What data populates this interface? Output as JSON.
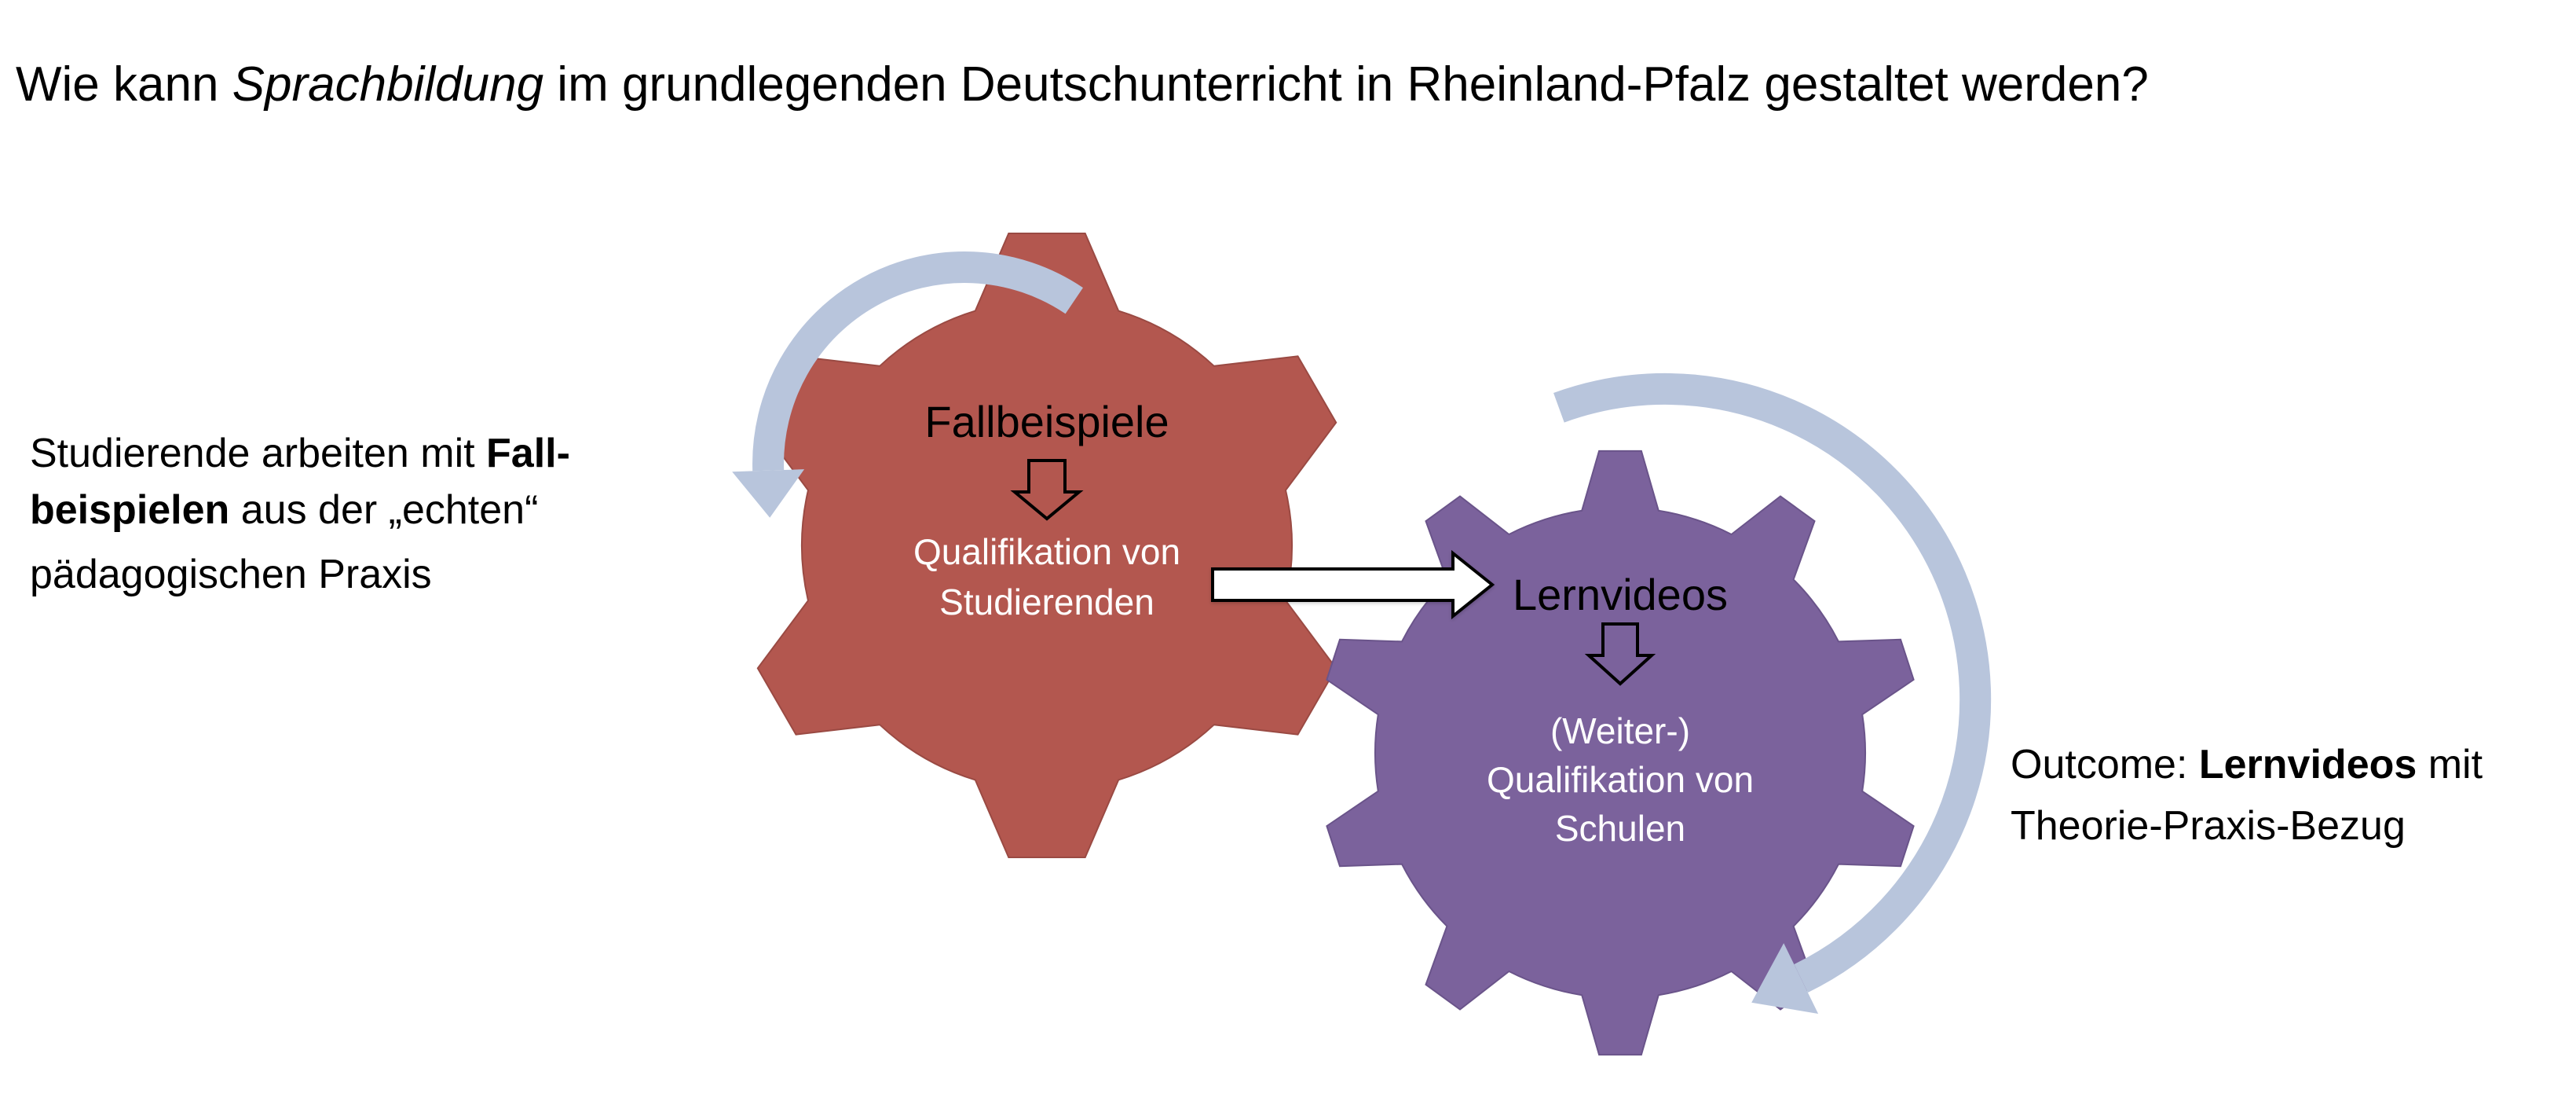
{
  "title": {
    "prefix": "Wie kann ",
    "emphasis": "Sprachbildung",
    "suffix": " im grundlegenden Deutschunterricht in Rheinland-Pfalz gestaltet werden?"
  },
  "left_note": {
    "line1_normal": "Studierende arbeiten mit ",
    "line1_bold": "Fall-",
    "line2_bold": "beispielen",
    "line2_normal": " aus der „echten“",
    "line3": "pädagogischen Praxis"
  },
  "right_note": {
    "line1_normal": "Outcome: ",
    "line1_bold": "Lernvideos",
    "line1_suffix": " mit",
    "line2": "Theorie-Praxis-Bezug"
  },
  "gear_red": {
    "heading": "Fallbeispiele",
    "line1": "Qualifikation von",
    "line2": "Studierenden",
    "color": "#B3574F"
  },
  "gear_purple": {
    "heading": "Lernvideos",
    "line1": "(Weiter-)",
    "line2": "Qualifikation von",
    "line3": "Schulen",
    "color": "#7B629C"
  },
  "cycle_arrow_color": "#B8C5DC",
  "down_arrow_icon": "down-arrow-outline-icon",
  "right_arrow_icon": "right-arrow-outline-icon"
}
